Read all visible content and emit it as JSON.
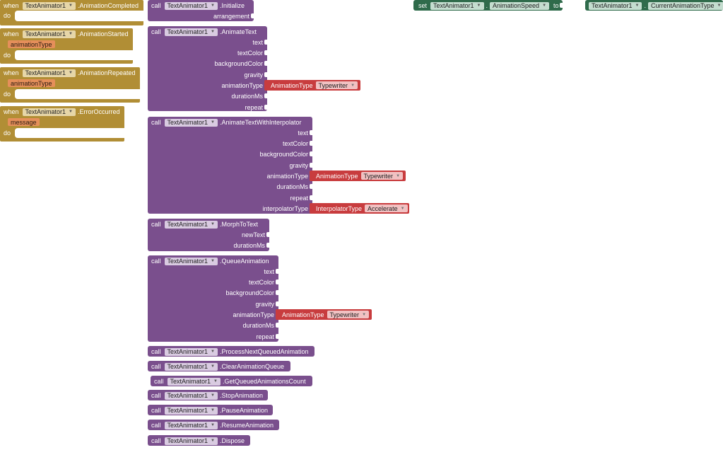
{
  "kw": {
    "when": "when",
    "do": "do",
    "call": "call",
    "set": "set",
    "to": "to"
  },
  "component": "TextAnimator1",
  "events": [
    {
      "name": ".AnimationCompleted",
      "param": ""
    },
    {
      "name": ".AnimationStarted",
      "param": "animationType"
    },
    {
      "name": ".AnimationRepeated",
      "param": "animationType"
    },
    {
      "name": ".ErrorOccurred",
      "param": "message"
    }
  ],
  "procs": [
    {
      "name": ".Initialize",
      "args": [
        "arrangement"
      ]
    },
    {
      "name": ".AnimateText",
      "args": [
        "text",
        "textColor",
        "backgroundColor",
        "gravity",
        "animationType",
        "durationMs",
        "repeat"
      ],
      "enum": {
        "type": "AnimationType",
        "value": "Typewriter"
      }
    },
    {
      "name": ".AnimateTextWithInterpolator",
      "args": [
        "text",
        "textColor",
        "backgroundColor",
        "gravity",
        "animationType",
        "durationMs",
        "repeat",
        "interpolatorType"
      ],
      "enum": {
        "type": "AnimationType",
        "value": "Typewriter"
      },
      "enum2": {
        "type": "InterpolatorType",
        "value": "Accelerate"
      }
    },
    {
      "name": ".MorphToText",
      "args": [
        "newText",
        "durationMs"
      ]
    },
    {
      "name": ".QueueAnimation",
      "args": [
        "text",
        "textColor",
        "backgroundColor",
        "gravity",
        "animationType",
        "durationMs",
        "repeat"
      ],
      "enum": {
        "type": "AnimationType",
        "value": "Typewriter"
      }
    },
    {
      "name": ".ProcessNextQueuedAnimation",
      "args": []
    },
    {
      "name": ".ClearAnimationQueue",
      "args": []
    },
    {
      "name": ".GetQueuedAnimationsCount",
      "args": []
    },
    {
      "name": ".StopAnimation",
      "args": []
    },
    {
      "name": ".PauseAnimation",
      "args": []
    },
    {
      "name": ".ResumeAnimation",
      "args": []
    },
    {
      "name": ".Dispose",
      "args": []
    }
  ],
  "setter": {
    "property": "AnimationSpeed"
  },
  "getter": {
    "property": "CurrentAnimationType"
  }
}
